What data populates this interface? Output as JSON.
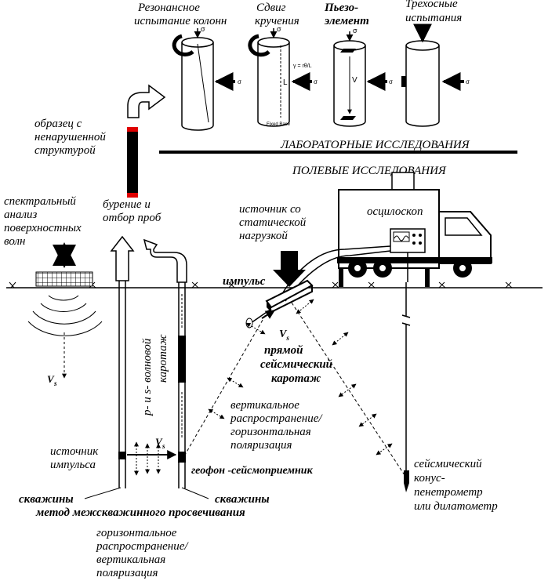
{
  "lab_tests": {
    "resonant_column": [
      "Резонансное",
      "испытание колонн"
    ],
    "torsional_shear": [
      "Сдвиг",
      "кручения"
    ],
    "piezo_element": [
      "Пьезо-",
      "элемент"
    ],
    "triaxial": [
      "Трехосные",
      "испытания"
    ]
  },
  "sigma": {
    "vo": "σ",
    "vo_sub": "vo",
    "ho_sub": "ho'"
  },
  "lab_small": {
    "fixed_base": "Fixed Base",
    "L": "L",
    "vs": "V",
    "vs_sub": "s"
  },
  "sections": {
    "lab": "ЛАБОРАТОРНЫЕ   ИССЛЕДОВАНИЯ",
    "field": "ПОЛЕВЫЕ        ИССЛЕДОВАНИЯ"
  },
  "sample": [
    "образец с",
    "ненарушенной",
    "структурой"
  ],
  "drilling": [
    "бурение и",
    "отбор проб"
  ],
  "sasw": [
    "спектральный",
    "анализ",
    "поверхностных",
    "волн"
  ],
  "static_source": [
    "источник со",
    "статической",
    "нагрузкой"
  ],
  "oscilloscope": "осцилоскоп",
  "impulse": "импульс",
  "vs": {
    "main": "V",
    "sub": "s"
  },
  "downhole": [
    "прямой",
    "сейсмический",
    "каротаж"
  ],
  "ps_logging": [
    "p- и  s- волновой",
    "каротаж"
  ],
  "vertical_prop": [
    "вертикальное",
    "распространение/",
    "горизонтальная",
    "поляризация"
  ],
  "source_impulse": [
    "источник",
    "импульса"
  ],
  "geophone": "геофон -сейсмоприемник",
  "boreholes_left": "скважины",
  "boreholes_right": "скважины",
  "crosshole": "метод межскважинного  просвечивания",
  "horizontal_prop": [
    "горизонтальное",
    "распространение/",
    "вертикальная",
    "поляризация"
  ],
  "scpt": [
    "сейсмический",
    "конус-",
    "пенетрометр",
    "или дилатометр"
  ]
}
